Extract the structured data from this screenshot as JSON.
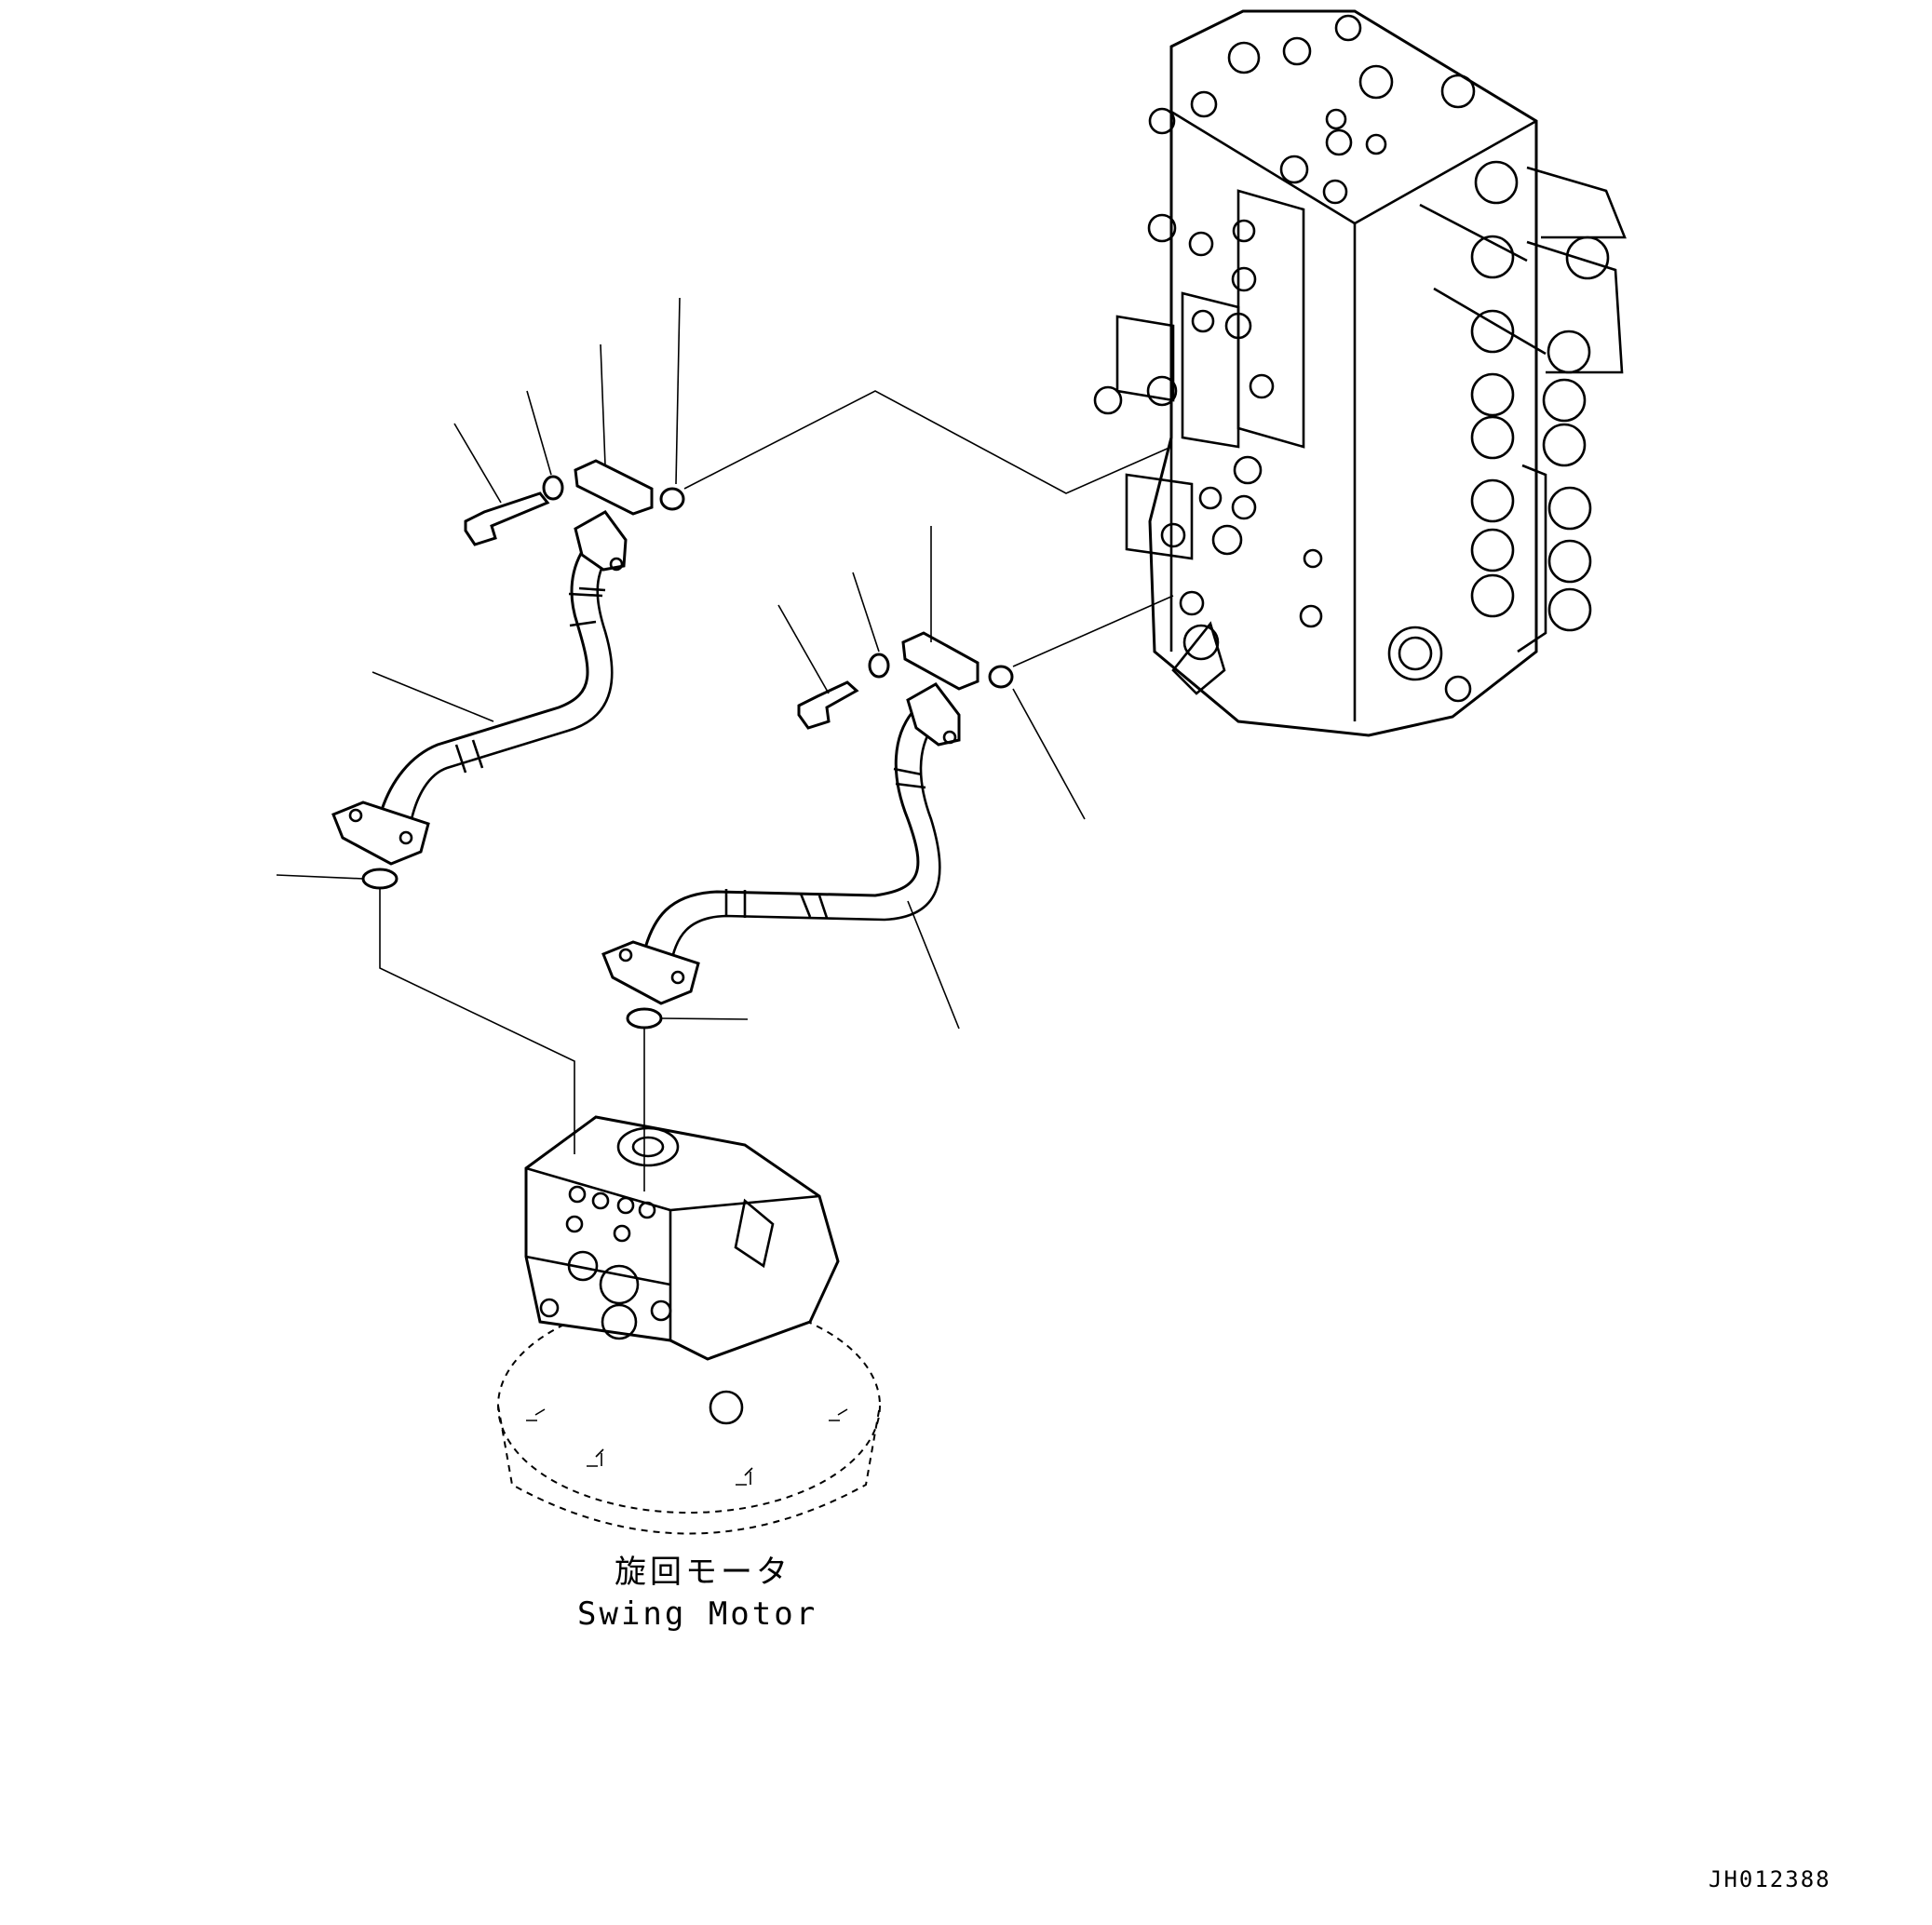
{
  "diagram": {
    "component_label_jp": "旋回モータ",
    "component_label_en": "Swing Motor",
    "drawing_code": "JH012388"
  }
}
